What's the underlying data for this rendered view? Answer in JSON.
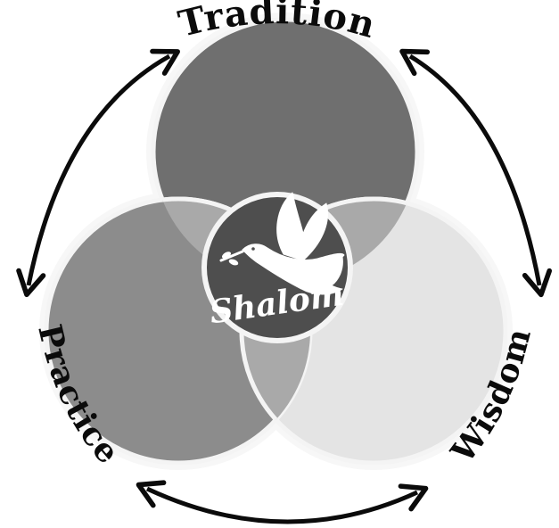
{
  "diagram": {
    "top_label": "Tradition",
    "left_label": "Practice",
    "right_label": "Wisdom",
    "center_label": "Shalom",
    "center_icon": "dove-icon",
    "colors": {
      "tradition_circle": "#6f6f6f",
      "practice_circle": "#8c8c8c",
      "wisdom_circle": "#e4e4e4",
      "overlap": "#a9a9a9",
      "center_disc": "#4e4e4e",
      "arrows": "#0b0b0b",
      "ring": "#f7f7f7"
    }
  }
}
